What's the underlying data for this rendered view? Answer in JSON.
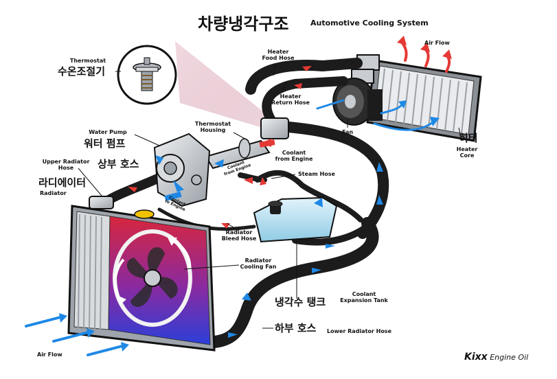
{
  "title": {
    "korean": "차량냉각구조",
    "english": "Automotive Cooling System"
  },
  "labels": {
    "thermostat_en": "Thermostat",
    "thermostat_ko": "수온조절기",
    "heater_food_hose": "Heater\nFood Hose",
    "air_flow_top": "Air Flow",
    "heater_return_hose": "Heater\nReturn Hose",
    "thermostat_housing": "Thermostat\nHousing",
    "fan": "Fan",
    "water_pump_en": "Water Pump",
    "water_pump_ko": "워터 펌프",
    "upper_radiator_hose_en": "Upper Radiator\nHose",
    "upper_radiator_hose_ko": "상부 호스",
    "radiator_ko": "라디에이터",
    "radiator_en": "Radiator",
    "coolant_from_engine": "Coolant\nfrom Engine",
    "coolant_from_engine_small": "Coolant\nfrom Engine",
    "steam_hose": "Steam Hose",
    "coolant_to_engine": "Coolant\nto Engine",
    "heater_ko": "히터",
    "heater_core_en": "Heater\nCore",
    "radiator_bleed_hose": "Radiator\nBleed Hose",
    "radiator_cooling_fan": "Radiator\nCooling Fan",
    "coolant_tank_ko": "냉각수 탱크",
    "coolant_tank_en": "Coolant\nExpansion Tank",
    "lower_hose_ko": "하부 호스",
    "lower_hose_en": "Lower Radiator Hose",
    "air_flow_bottom": "Air Flow"
  },
  "brand": {
    "name": "Kixx",
    "suffix": " Engine Oil"
  },
  "colors": {
    "hose": "#1c1c1c",
    "arrow_blue": "#1e88e5",
    "arrow_red": "#e53935",
    "metal": "#c9cdd2",
    "radiator_hot": "#d7263d",
    "radiator_cold": "#2b3fd9",
    "tank": "#bfe3f2",
    "callout": "#e8c9d3"
  }
}
